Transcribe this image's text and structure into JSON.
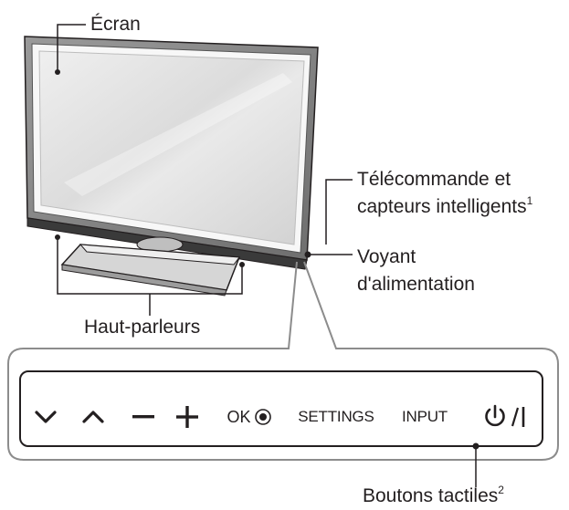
{
  "labels": {
    "screen": "Écran",
    "remote_sensors_line1": "Télécommande et",
    "remote_sensors_line2": "capteurs intelligents",
    "remote_sensors_note": "1",
    "power_indicator_line1": "Voyant",
    "power_indicator_line2": "d'alimentation",
    "speakers": "Haut-parleurs",
    "touch_buttons": "Boutons tactiles",
    "touch_buttons_note": "2"
  },
  "buttons": {
    "ok": "OK",
    "settings": "SETTINGS",
    "input": "INPUT"
  },
  "icons": [
    "chevron-down-icon",
    "chevron-up-icon",
    "minus-icon",
    "plus-icon",
    "radio-dot-icon",
    "power-icon"
  ],
  "colors": {
    "line": "#231f20",
    "screen_light": "#f2f2f2",
    "screen_mid": "#d9d9d9",
    "frame_gray": "#8c8c8c"
  }
}
